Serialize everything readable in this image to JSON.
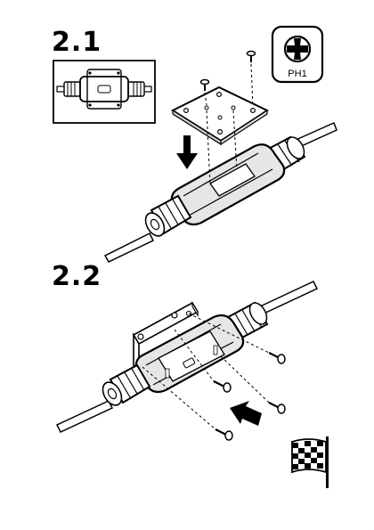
{
  "steps": [
    {
      "label": "2.1"
    },
    {
      "label": "2.2"
    }
  ],
  "tool": {
    "label": "PH1",
    "icon": "phillips-screwdriver-icon"
  },
  "colors": {
    "ink": "#000000",
    "paper": "#ffffff",
    "body_fill": "#e6e6e6"
  }
}
